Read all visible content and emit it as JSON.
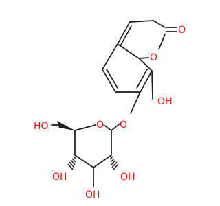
{
  "molecule": {
    "atom_labels": {
      "carbonyl_o": "O",
      "ring_o": "O",
      "hydroxyl_8": "OH",
      "ether_o": "O",
      "pyranose_o": "O",
      "hydroxymethyl": "HO",
      "hydroxyl_4": "OH",
      "hydroxyl_3": "OH",
      "hydroxyl_2": "OH"
    },
    "colors": {
      "bond": "#1a1a1a",
      "oxygen": "#ff0d0d",
      "background": "#ffffff"
    }
  }
}
